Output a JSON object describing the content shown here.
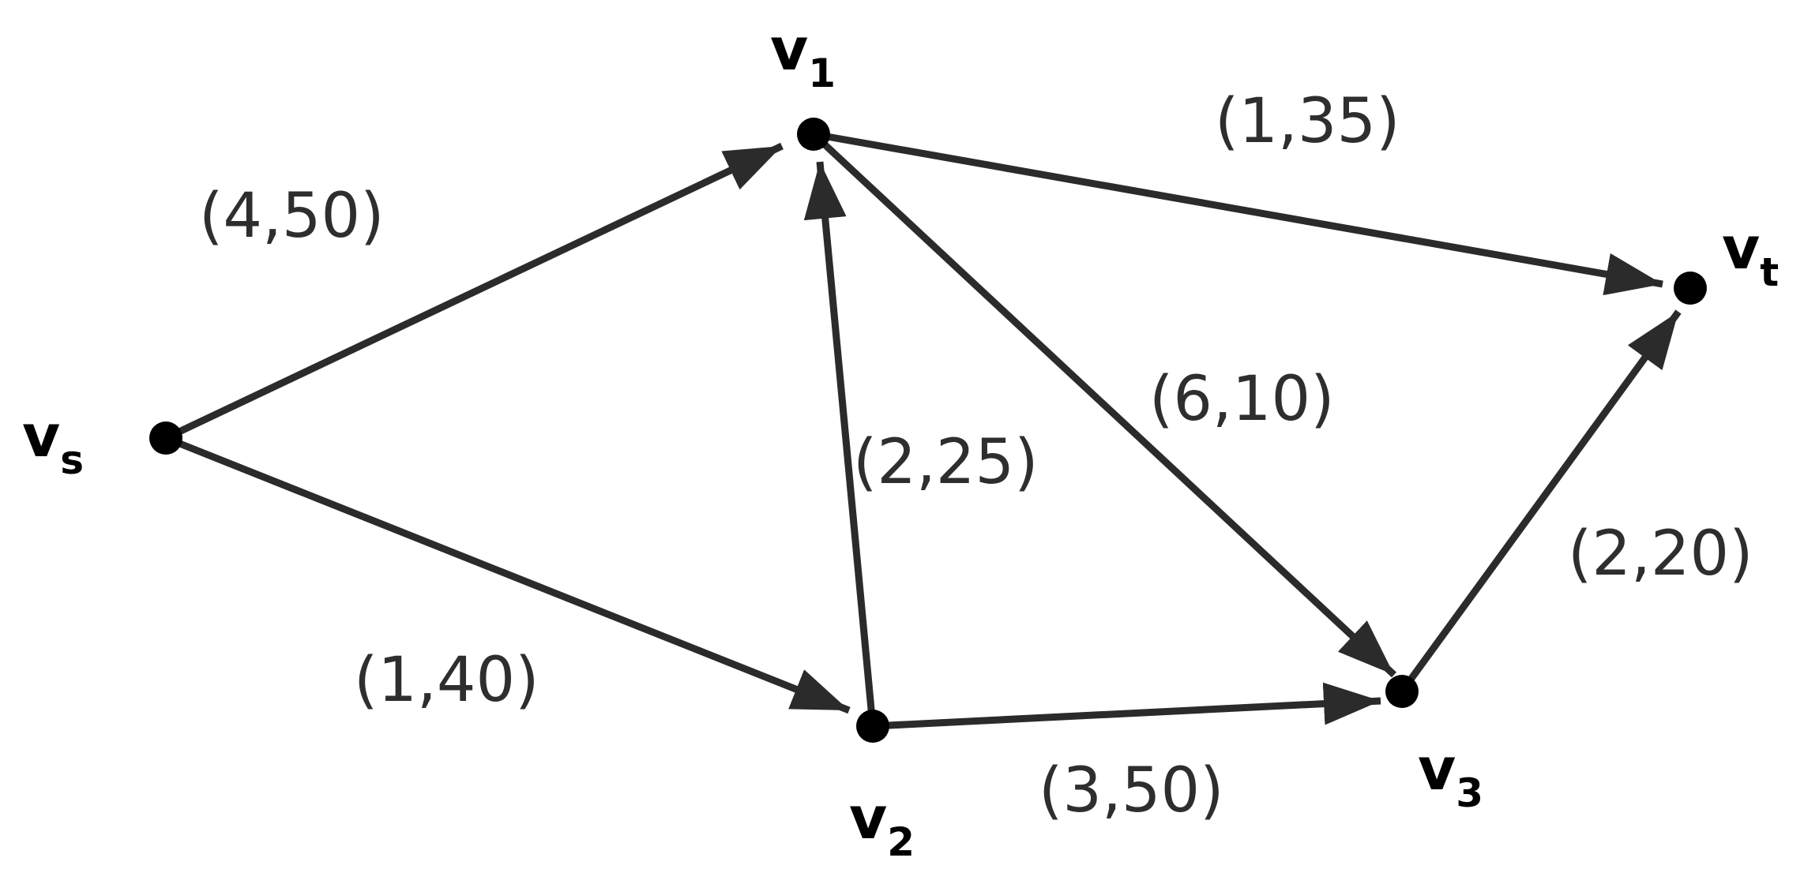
{
  "nodes": [
    {
      "id": "vs",
      "name": "v",
      "sub": "s"
    },
    {
      "id": "v1",
      "name": "v",
      "sub": "1"
    },
    {
      "id": "v2",
      "name": "v",
      "sub": "2"
    },
    {
      "id": "v3",
      "name": "v",
      "sub": "3"
    },
    {
      "id": "vt",
      "name": "v",
      "sub": "t"
    }
  ],
  "edges": [
    {
      "id": "vs-v1",
      "from": "vs",
      "to": "v1",
      "label": "(4,50)"
    },
    {
      "id": "vs-v2",
      "from": "vs",
      "to": "v2",
      "label": "(1,40)"
    },
    {
      "id": "v2-v1",
      "from": "v2",
      "to": "v1",
      "label": "(2,25)"
    },
    {
      "id": "v1-vt",
      "from": "v1",
      "to": "vt",
      "label": "(1,35)"
    },
    {
      "id": "v1-v3",
      "from": "v1",
      "to": "v3",
      "label": "(6,10)"
    },
    {
      "id": "v2-v3",
      "from": "v2",
      "to": "v3",
      "label": "(3,50)"
    },
    {
      "id": "v3-vt",
      "from": "v3",
      "to": "vt",
      "label": "(2,20)"
    }
  ],
  "colors": {
    "edge": "#2b2b2b",
    "node": "#000000",
    "label": "#2e2e2e"
  }
}
